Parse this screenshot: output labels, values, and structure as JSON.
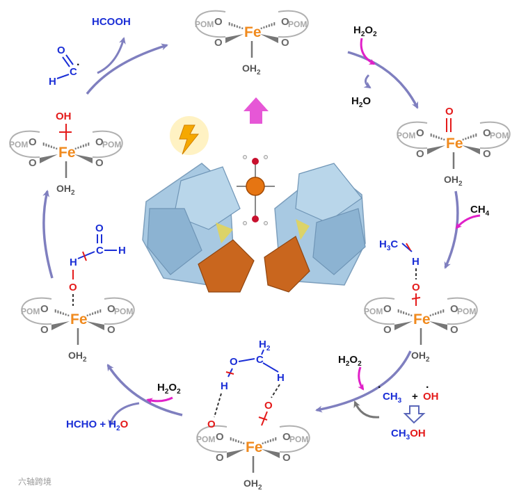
{
  "labels": {
    "fe": "Fe",
    "pom": "POM",
    "o": "O",
    "oh2": "OH",
    "sub2": "2",
    "sub3": "3",
    "h": "H",
    "c": "C",
    "oh": "OH",
    "hcooh": "HCOOH",
    "h2o2_h": "H",
    "h2o2_2": "2",
    "h2o2_o": "O",
    "h2o_a": "H",
    "h2o_b": "O",
    "ch4": "CH",
    "ch4_sub": "4",
    "h3c": "H",
    "h3c_c": "C",
    "ch3": "CH",
    "plus": "+",
    "ch3oh_a": "CH",
    "ch3oh_b": "OH",
    "hcho_plus": "HCHO + H",
    "hcho_o": "O",
    "dot": "·",
    "watermark": "六轴跨境"
  },
  "colors": {
    "fe": "#f08a1e",
    "arrow": "#7f7fbf",
    "magenta": "#e020c8",
    "blue": "#1a2ed6",
    "red": "#e41a1a",
    "gray_loop": "#b0b0b0",
    "crystal_blue": "#8fb8d8",
    "crystal_orange": "#c9661e",
    "light_up_arrow": "#e657d6"
  }
}
